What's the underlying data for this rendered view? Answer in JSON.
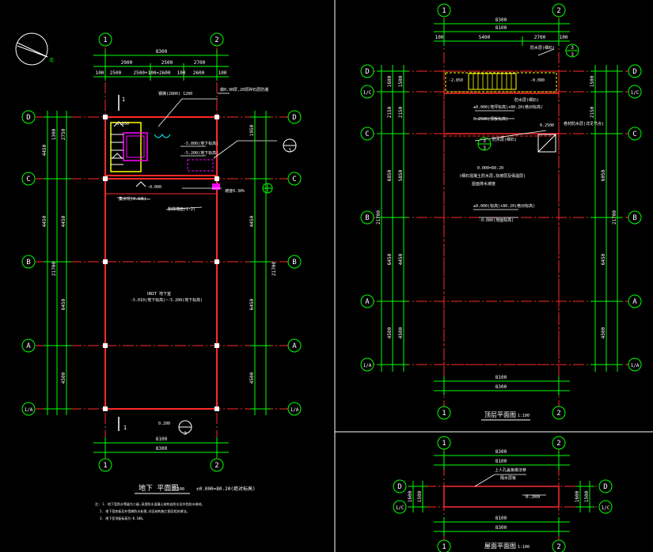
{
  "canvas": {
    "background": "#000000"
  },
  "colors": {
    "axis": "#ff2a2a",
    "wall": "#ff2a2a",
    "dim": "#00ff00",
    "bubble": "#ffffff",
    "text": "#ffffff",
    "yellow": "#ffff00",
    "magenta": "#ff00ff",
    "cyan": "#00ffff",
    "divider": "#ffffff"
  },
  "basement_plan": {
    "title": "地下 平面图",
    "scale": "1:100",
    "elevation_note": "±0.000=80.20(绝对标高)",
    "col_labels": [
      "1",
      "2"
    ],
    "row_labels": [
      "D",
      "C",
      "B",
      "A",
      "1/A"
    ],
    "top_dims": {
      "total": "8300",
      "chain": [
        "2900",
        "2500",
        "2700"
      ],
      "chain2": [
        "100",
        "2500",
        "2500+100=2600",
        "100",
        "2600",
        "100"
      ]
    },
    "bottom_dims": {
      "chain": [
        "8100"
      ],
      "total": "8300"
    },
    "left_outer": [
      "4450",
      "4450",
      "4450",
      "6450",
      "4500"
    ],
    "left_inner": [
      "2750",
      "1300"
    ],
    "left_total": "21700",
    "right_dims": [
      "1950",
      "4450",
      "6450",
      "4500"
    ],
    "right_total": "21700",
    "annotations": {
      "stair_note": "钢梯(2800) 1200",
      "top_note": "做0.90厚,20厚碎石层防潮",
      "level_1": "-5.000(地下标高)",
      "level_2": "-5.200(地下标高)",
      "level_3": "-0.000",
      "level_4": "-2.650",
      "room_note": "UNIT 地下室",
      "room_level": "-5.010(地下标高)~-5.200(地下标高)",
      "pump_note": "集水坑(0.8米)",
      "mark_note": "粉饰墙面(1:2)",
      "slope_note": "坡度0.30%",
      "bottom_note": "0.200"
    },
    "section_mark": "1",
    "section_den": "3",
    "notes": [
      "注: 1. 地下室防水等级为二级,采用防水混凝土结构自防水及外包防水卷材。",
      "2. 地下室底板及外墙做防水处理,详见结构施工图及相关做法。",
      "3. 地下室顶板标高为-0.100。"
    ]
  },
  "roof_plan": {
    "title": "顶层平面图",
    "scale": "1:100",
    "col_labels": [
      "1",
      "2"
    ],
    "row_labels": [
      "D",
      "1/C",
      "C",
      "B",
      "A",
      "1/A"
    ],
    "top_dims": {
      "total": "8300",
      "chain": [
        "8100"
      ],
      "chain2": [
        "100",
        "5400",
        "2700",
        "100"
      ]
    },
    "bottom_dims": {
      "chain": [
        "8100"
      ],
      "total": "8300"
    },
    "left_outer": [
      "1600",
      "2150",
      "6050",
      "6450",
      "4500"
    ],
    "left_inner": [
      "1500",
      "2150",
      "5850",
      "4450",
      "4500"
    ],
    "left_total": "21700",
    "right_dims": [
      "1500",
      "2150",
      "6050",
      "6450",
      "4500"
    ],
    "right_total": "21700",
    "annotations": {
      "stair_level": "-2.850",
      "stair_level2": "-0.080",
      "note_1": "±0.000(地坪标高)+80.20(绝对标高)",
      "note_2": "0.2500(顶板标高)",
      "note_3": "防水层(细石)",
      "note_4": "卷材防水层(详见节点)",
      "note_5": "0.2500",
      "mid_note_1": "±0.000(标高)+80.20(绝对标高)",
      "mid_note_2": "-0.080(地面标高)",
      "small_1": "0.000=80.20",
      "small_2": "(细石混凝土防水层,找坡层及保温层)",
      "small_3": "屋面排水坡度"
    },
    "section_mark": "3",
    "section_den": "3"
  },
  "small_plan": {
    "title": "屋面平面图",
    "scale": "1:100",
    "col_labels": [
      "1",
      "2"
    ],
    "row_labels": [
      "D",
      "1/C"
    ],
    "top_dims": {
      "total": "8300",
      "chain": [
        "8100"
      ]
    },
    "bottom_dims": {
      "chain": [
        "8100"
      ],
      "total": "8300"
    },
    "left_dims": [
      "1600",
      "1500"
    ],
    "right_dims": [
      "1600",
      "1500"
    ],
    "annotations": {
      "note_1": "上人孔盖板做法参",
      "note_2": "隔水层板",
      "level": "0.300"
    }
  }
}
